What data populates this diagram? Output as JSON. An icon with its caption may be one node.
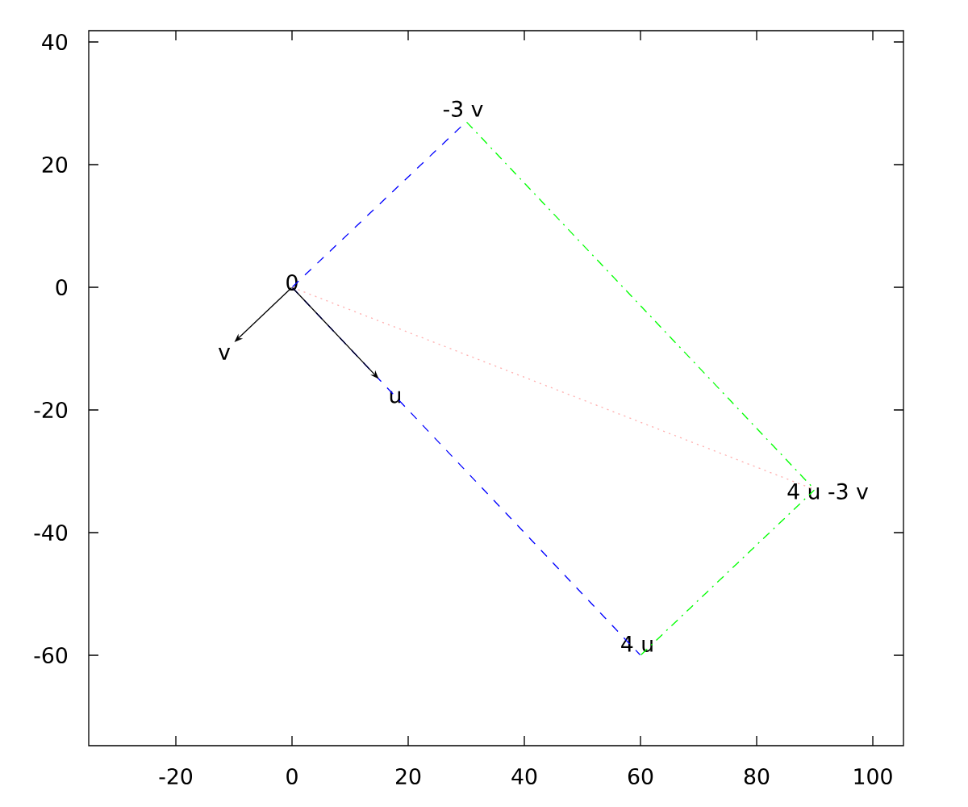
{
  "diagram": {
    "nodes": [
      {
        "text": [
          "-3 v"
        ]
      },
      {
        "text": [
          "0"
        ]
      },
      {
        "text": [
          "v"
        ]
      },
      {
        "text": [
          "u"
        ]
      },
      {
        "text": [
          "4 u -3 v"
        ]
      },
      {
        "text": [
          "4 u"
        ]
      }
    ],
    "edges": [
      {
        "from": 1,
        "to": 3,
        "arrow": "to"
      },
      {
        "from": 1,
        "to": 2,
        "arrow": "to"
      },
      {
        "from": 1,
        "to": 0,
        "arrow": "none",
        "style": "dashed",
        "color": "#0000ff"
      },
      {
        "from": 1,
        "to": 5,
        "arrow": "none",
        "style": "dashed",
        "color": "#0000ff"
      },
      {
        "from": 0,
        "to": 4,
        "arrow": "none",
        "style": "dashed",
        "color": "#00ff00"
      },
      {
        "from": 5,
        "to": 4,
        "arrow": "none",
        "style": "dashed",
        "color": "#00ff00"
      },
      {
        "from": 1,
        "to": 4,
        "arrow": "none",
        "style": "dashed",
        "color": "#ffb0b0"
      }
    ],
    "labels": [
      "40",
      "20",
      "0",
      "-20",
      "-40",
      "-60",
      "-20",
      "0",
      "20",
      "40",
      "60",
      "80",
      "100"
    ]
  }
}
